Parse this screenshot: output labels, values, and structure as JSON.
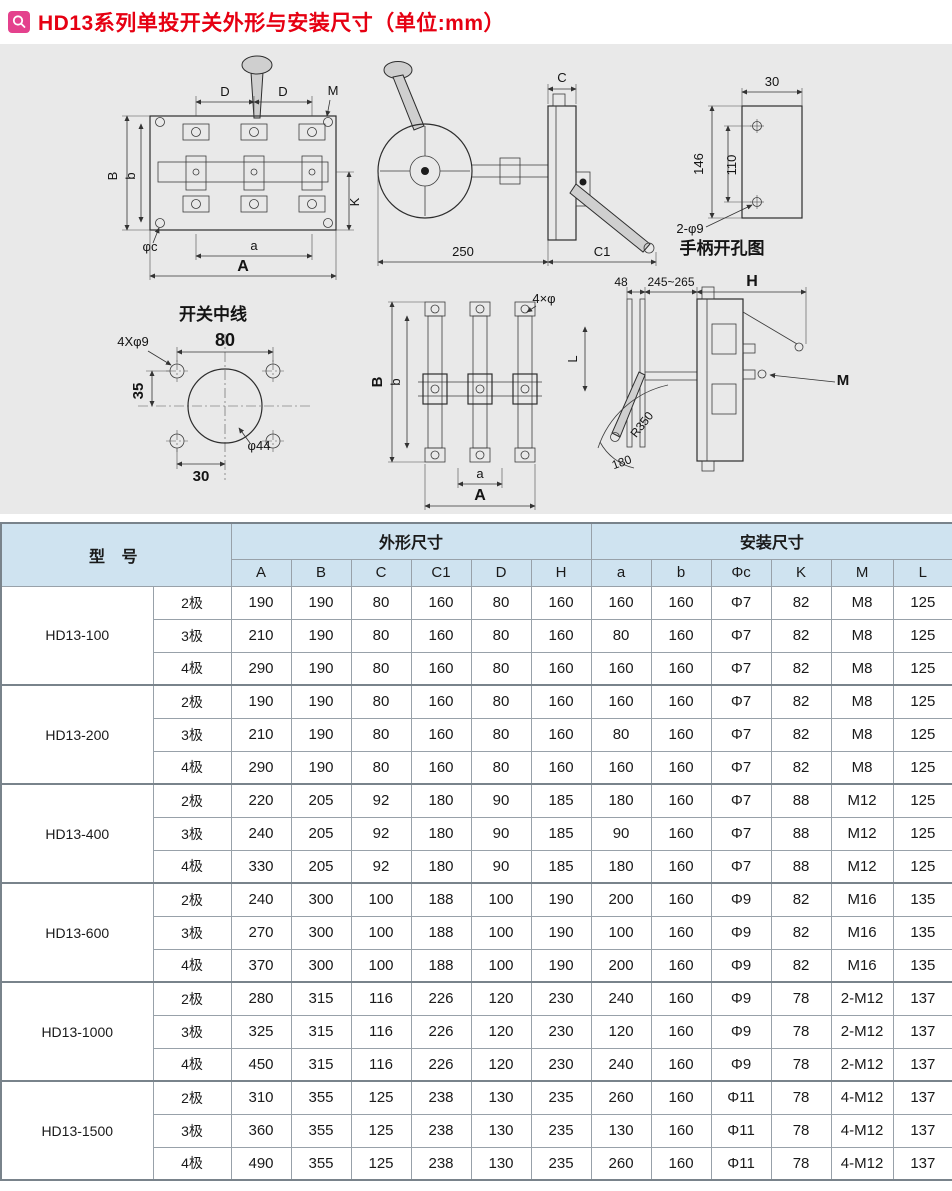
{
  "title": {
    "text": "HD13系列单投开关外形与安装尺寸（单位:mm）"
  },
  "colors": {
    "title_red": "#e60012",
    "icon_magenta": "#e4418d",
    "header_blue": "#cfe3f0",
    "drawing_bg": "#e9e9e9"
  },
  "drawings": {
    "front_view": {
      "d1": "D",
      "d2": "D",
      "m": "M",
      "B": "B",
      "b": "b",
      "K": "K",
      "phi_c": "φc",
      "a": "a",
      "A": "A"
    },
    "side_view": {
      "C": "C",
      "len250": "250",
      "C1": "C1"
    },
    "handle_hole": {
      "w30": "30",
      "h146": "146",
      "h110": "110",
      "holes": "2-φ9",
      "caption": "手柄开孔图"
    },
    "mounting": {
      "title": "开关中线",
      "holes": "4Xφ9",
      "w80": "80",
      "h35": "35",
      "w30": "30",
      "phi44": "φ44"
    },
    "pole_view": {
      "B": "B",
      "b": "b",
      "holes": "4×φ",
      "L": "L",
      "a": "a",
      "A": "A"
    },
    "depth_view": {
      "t48": "48",
      "range": "245~265",
      "H": "H",
      "M": "M",
      "r350": "R350",
      "deg180": "180"
    }
  },
  "table": {
    "headers": {
      "model": "型 号",
      "outline_group": "外形尺寸",
      "install_group": "安装尺寸",
      "outline_cols": [
        "A",
        "B",
        "C",
        "C1",
        "D",
        "H"
      ],
      "install_cols": [
        "a",
        "b",
        "Φc",
        "K",
        "M",
        "L"
      ]
    },
    "groups": [
      {
        "model": "HD13-100",
        "rows": [
          {
            "pole": "2极",
            "values": [
              "190",
              "190",
              "80",
              "160",
              "80",
              "160",
              "160",
              "160",
              "Φ7",
              "82",
              "M8",
              "125"
            ]
          },
          {
            "pole": "3极",
            "values": [
              "210",
              "190",
              "80",
              "160",
              "80",
              "160",
              "80",
              "160",
              "Φ7",
              "82",
              "M8",
              "125"
            ]
          },
          {
            "pole": "4极",
            "values": [
              "290",
              "190",
              "80",
              "160",
              "80",
              "160",
              "160",
              "160",
              "Φ7",
              "82",
              "M8",
              "125"
            ]
          }
        ]
      },
      {
        "model": "HD13-200",
        "rows": [
          {
            "pole": "2极",
            "values": [
              "190",
              "190",
              "80",
              "160",
              "80",
              "160",
              "160",
              "160",
              "Φ7",
              "82",
              "M8",
              "125"
            ]
          },
          {
            "pole": "3极",
            "values": [
              "210",
              "190",
              "80",
              "160",
              "80",
              "160",
              "80",
              "160",
              "Φ7",
              "82",
              "M8",
              "125"
            ]
          },
          {
            "pole": "4极",
            "values": [
              "290",
              "190",
              "80",
              "160",
              "80",
              "160",
              "160",
              "160",
              "Φ7",
              "82",
              "M8",
              "125"
            ]
          }
        ]
      },
      {
        "model": "HD13-400",
        "rows": [
          {
            "pole": "2极",
            "values": [
              "220",
              "205",
              "92",
              "180",
              "90",
              "185",
              "180",
              "160",
              "Φ7",
              "88",
              "M12",
              "125"
            ]
          },
          {
            "pole": "3极",
            "values": [
              "240",
              "205",
              "92",
              "180",
              "90",
              "185",
              "90",
              "160",
              "Φ7",
              "88",
              "M12",
              "125"
            ]
          },
          {
            "pole": "4极",
            "values": [
              "330",
              "205",
              "92",
              "180",
              "90",
              "185",
              "180",
              "160",
              "Φ7",
              "88",
              "M12",
              "125"
            ]
          }
        ]
      },
      {
        "model": "HD13-600",
        "rows": [
          {
            "pole": "2极",
            "values": [
              "240",
              "300",
              "100",
              "188",
              "100",
              "190",
              "200",
              "160",
              "Φ9",
              "82",
              "M16",
              "135"
            ]
          },
          {
            "pole": "3极",
            "values": [
              "270",
              "300",
              "100",
              "188",
              "100",
              "190",
              "100",
              "160",
              "Φ9",
              "82",
              "M16",
              "135"
            ]
          },
          {
            "pole": "4极",
            "values": [
              "370",
              "300",
              "100",
              "188",
              "100",
              "190",
              "200",
              "160",
              "Φ9",
              "82",
              "M16",
              "135"
            ]
          }
        ]
      },
      {
        "model": "HD13-1000",
        "rows": [
          {
            "pole": "2极",
            "values": [
              "280",
              "315",
              "116",
              "226",
              "120",
              "230",
              "240",
              "160",
              "Φ9",
              "78",
              "2-M12",
              "137"
            ]
          },
          {
            "pole": "3极",
            "values": [
              "325",
              "315",
              "116",
              "226",
              "120",
              "230",
              "120",
              "160",
              "Φ9",
              "78",
              "2-M12",
              "137"
            ]
          },
          {
            "pole": "4极",
            "values": [
              "450",
              "315",
              "116",
              "226",
              "120",
              "230",
              "240",
              "160",
              "Φ9",
              "78",
              "2-M12",
              "137"
            ]
          }
        ]
      },
      {
        "model": "HD13-1500",
        "rows": [
          {
            "pole": "2极",
            "values": [
              "310",
              "355",
              "125",
              "238",
              "130",
              "235",
              "260",
              "160",
              "Φ11",
              "78",
              "4-M12",
              "137"
            ]
          },
          {
            "pole": "3极",
            "values": [
              "360",
              "355",
              "125",
              "238",
              "130",
              "235",
              "130",
              "160",
              "Φ11",
              "78",
              "4-M12",
              "137"
            ]
          },
          {
            "pole": "4极",
            "values": [
              "490",
              "355",
              "125",
              "238",
              "130",
              "235",
              "260",
              "160",
              "Φ11",
              "78",
              "4-M12",
              "137"
            ]
          }
        ]
      }
    ]
  }
}
